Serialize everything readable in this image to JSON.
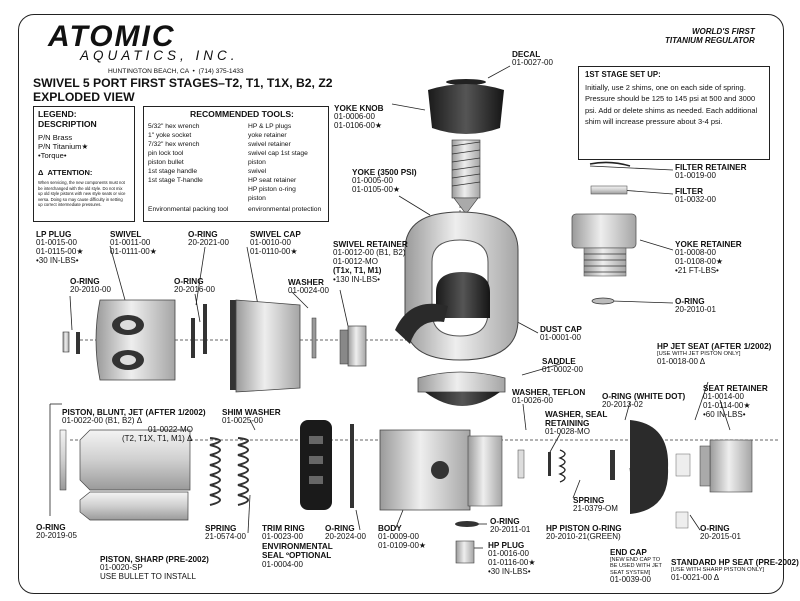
{
  "brand": {
    "logo_top": "ATOMIC",
    "logo_bottom": "AQUATICS, INC.",
    "address": "HUNTINGTON BEACH, CA  •  (714) 375-1433",
    "tagline": [
      "WORLD'S FIRST",
      "TITANIUM REGULATOR"
    ]
  },
  "title": [
    "SWIVEL 5 PORT FIRST STAGES–T2, T1, T1X, B2, Z2",
    "EXPLODED VIEW"
  ],
  "legend": {
    "heading": [
      "LEGEND:",
      "DESCRIPTION"
    ],
    "lines": [
      "P/N Brass",
      "P/N Titanium★",
      "•Torque•"
    ]
  },
  "attention": {
    "heading": "Δ  ATTENTION:",
    "body": [
      "When servicing, the new components must not",
      "be interchanged with the old style. Do not mix",
      "up old style pistons with new style seats or vice",
      "versa. Doing so may cause difficulty in setting",
      "up correct intermediate pressures."
    ]
  },
  "tools": {
    "heading": "RECOMMENDED TOOLS:",
    "rows": [
      [
        "5/32\" hex wrench",
        "HP & LP plugs"
      ],
      [
        "1\" yoke socket",
        "yoke retainer"
      ],
      [
        "7/32\" hex wrench",
        "swivel retainer"
      ],
      [
        "pin lock tool",
        "swivel cap 1st stage"
      ],
      [
        "piston bullet",
        "piston"
      ],
      [
        "1st stage handle",
        "swivel"
      ],
      [
        "1st stage T-handle",
        "HP seat retainer"
      ],
      [
        "",
        "HP piston o-ring"
      ],
      [
        "",
        "piston"
      ],
      [
        "Environmental packing tool",
        "environmental protection"
      ]
    ]
  },
  "setup": {
    "heading": "1ST STAGE SET UP:",
    "body": "Initially, use 2 shims, one on each side of spring. Pressure should be 125 to 145 psi at 500 and 3000 psi. Add or delete shims as needed. Each additional shim will increase pressure about 3-4 psi."
  },
  "parts": {
    "decal": [
      "DECAL",
      "01-0027-00"
    ],
    "yoke_knob": [
      "YOKE KNOB",
      "01-0006-00",
      "01-0106-00★"
    ],
    "yoke": [
      "YOKE (3500 PSI)",
      "01-0005-00",
      "01-0105-00★"
    ],
    "filter_retainer": [
      "FILTER RETAINER",
      "01-0019-00"
    ],
    "filter": [
      "FILTER",
      "01-0032-00"
    ],
    "yoke_retainer": [
      "YOKE RETAINER",
      "01-0008-00",
      "01-0108-00★",
      "•21 FT-LBS•"
    ],
    "oring_yoke": [
      "O-RING",
      "20-2010-01"
    ],
    "lp_plug": [
      "LP PLUG",
      "01-0015-00",
      "01-0115-00★",
      "•30 IN-LBS•"
    ],
    "swivel": [
      "SWIVEL",
      "01-0011-00",
      "01-0111-00★"
    ],
    "oring_top": [
      "O-RING",
      "20-2021-00"
    ],
    "swivel_cap": [
      "SWIVEL CAP",
      "01-0010-00",
      "01-0110-00★"
    ],
    "swivel_retainer": [
      "SWIVEL RETAINER",
      "01-0012-00 (B1, B2)",
      "01-0012-MO",
      "(T1x, T1, M1)",
      "•130 IN-LBS•"
    ],
    "oring_lp": [
      "O-RING",
      "20-2010-00"
    ],
    "oring_mid": [
      "O-RING",
      "20-2016-00"
    ],
    "washer": [
      "WASHER",
      "01-0024-00"
    ],
    "dust_cap": [
      "DUST CAP",
      "01-0001-00"
    ],
    "saddle": [
      "SADDLE",
      "01-0002-00"
    ],
    "piston_blunt": [
      "PISTON, BLUNT, JET (AFTER 1/2002)",
      "01-0022-00 (B1, B2) Δ",
      "01-0022-MO",
      "(T2, T1X, T1, M1) Δ"
    ],
    "shim_washer": [
      "SHIM WASHER",
      "01-0025-00"
    ],
    "washer_teflon": [
      "WASHER, TEFLON",
      "01-0026-00"
    ],
    "washer_seal": [
      "WASHER, SEAL",
      "RETAINING",
      "01-0028-MO"
    ],
    "oring_white": [
      "O-RING (WHITE DOT)",
      "20-2013-02"
    ],
    "hp_jet_seat": [
      "HP JET SEAT (AFTER 1/2002)",
      "[USE WITH JET PISTON ONLY]",
      "01-0018-00 Δ"
    ],
    "seat_retainer": [
      "SEAT RETAINER",
      "01-0014-00",
      "01-0114-00★",
      "•60 IN-LBS•"
    ],
    "spring_main": [
      "SPRING",
      "21-0574-00"
    ],
    "trim_ring": [
      "TRIM RING",
      "01-0023-00"
    ],
    "env_seal": [
      "ENVIRONMENTAL",
      "SEAL ºOPTIONAL",
      "01-0004-00"
    ],
    "oring_body": [
      "O-RING",
      "20-2024-00"
    ],
    "body": [
      "BODY",
      "01-0009-00",
      "01-0109-00★"
    ],
    "spring_green": [
      "SPRING",
      "21-0379-OM"
    ],
    "oring_left": [
      "O-RING",
      "20-2019-05"
    ],
    "piston_sharp": [
      "PISTON, SHARP (PRE-2002)",
      "01-0020-SP",
      "USE BULLET TO INSTALL"
    ],
    "oring_hp": [
      "O-RING",
      "20-2011-01"
    ],
    "hp_plug": [
      "HP PLUG",
      "01-0016-00",
      "01-0116-00★",
      "•30 IN-LBS•"
    ],
    "hp_piston_oring": [
      "HP PISTON O-RING",
      "20-2010-21(GREEN)"
    ],
    "end_cap": [
      "END CAP",
      "[NEW END CAP TO",
      "BE USED WITH JET",
      "SEAT SYSTEM]",
      "01-0039-00"
    ],
    "oring_right": [
      "O-RING",
      "20-2015-01"
    ],
    "std_hp_seat": [
      "STANDARD HP SEAT (PRE-2002)",
      "[USE WITH SHARP PISTON ONLY]",
      "01-0021-00 Δ"
    ]
  }
}
